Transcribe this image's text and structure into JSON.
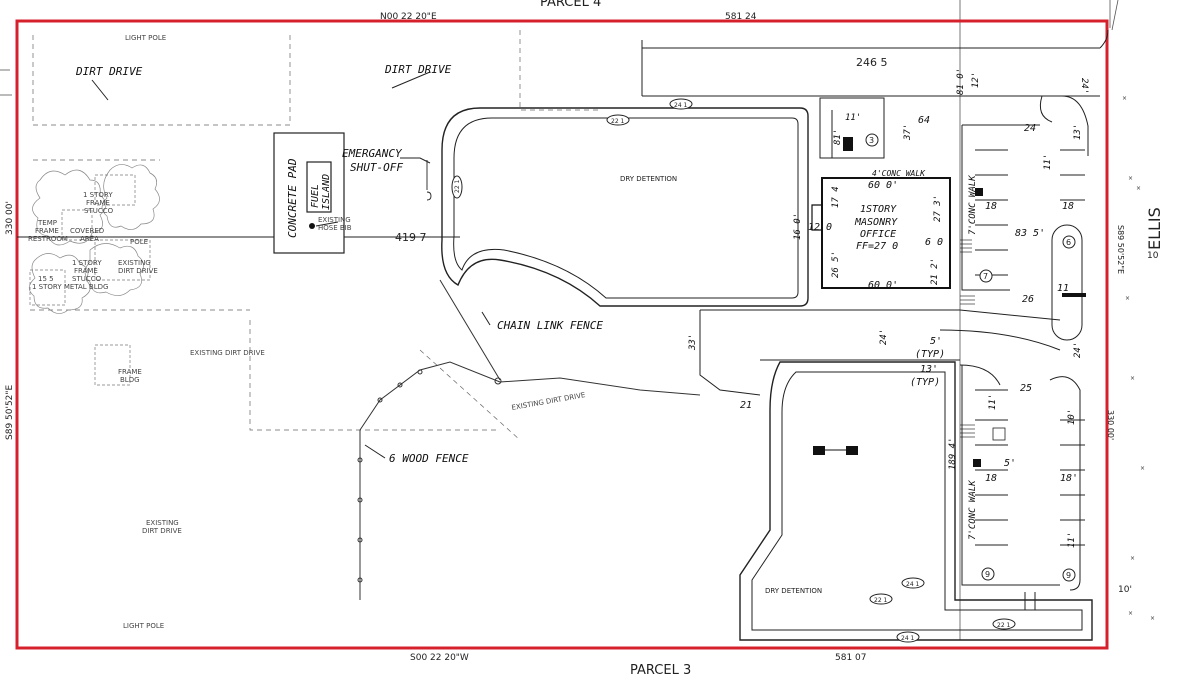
{
  "boundary": {
    "color": "#d6202c"
  },
  "top": {
    "parcel_partial": "PARCEL 4",
    "bearing": "N00 22 20\"E",
    "distance": "581 24"
  },
  "bottom": {
    "parcel": "PARCEL 3",
    "bearing": "S00 22 20\"W",
    "distance": "581 07"
  },
  "left": {
    "distance": "330 00'",
    "bearing": "S89 50'52\"E"
  },
  "right": {
    "street": "ELLIS",
    "bearing": "S89 50'52\"E",
    "distance": "330 00'",
    "num_10a": "10'",
    "num_10b": "10"
  },
  "labels": {
    "dirt_drive_left": "DIRT DRIVE",
    "dirt_drive_top": "DIRT DRIVE",
    "light_pole_top": "LIGHT POLE",
    "light_pole_bottom": "LIGHT POLE",
    "concrete_pad": "CONCRETE PAD",
    "fuel_island_1": "FUEL",
    "fuel_island_2": "ISLAND",
    "emergency_1": "EMERGANCY",
    "emergency_2": "SHUT-OFF",
    "hose_bib_1": "EXISTING",
    "hose_bib_2": "HOSE BIB",
    "dim_419": "419 7",
    "dim_2465": "246 5",
    "dry_detention_top": "DRY DETENTION",
    "dry_detention_bottom": "DRY DETENTION",
    "chain_link": "CHAIN LINK FENCE",
    "wood_fence": "6 WOOD FENCE",
    "existing_dirt_drive_center": "EXISTING DIRT DRIVE",
    "existing_dirt_drive_bottom_1": "EXISTING",
    "existing_dirt_drive_bottom_2": "DIRT DRIVE",
    "existing_dirt_drive_road": "EXISTING DIRT DRIVE",
    "office_1": "1STORY",
    "office_2": "MASONRY",
    "office_3": "OFFICE",
    "office_ff": "FF=27 0",
    "conc_walk_4": "4'CONC WALK",
    "conc_walk_7a": "7'CONC WALK",
    "conc_walk_7b": "7'CONC WALK",
    "typ_5": "5'",
    "typ_5b": "(TYP)",
    "typ_13": "13'",
    "typ_13b": "(TYP)",
    "d_600_top": "60 0'",
    "d_600_bottom": "60 0'",
    "d_174": "17 4",
    "d_273": "27 3'",
    "d_120": "12 0",
    "d_60": "6 0",
    "d_265": "26 5'",
    "d_212": "21 2'",
    "d_160": "16 0'",
    "d_64": "64",
    "d_37": "37'",
    "d_81": "81'",
    "d_11_top": "11'",
    "d_810": "81 0'",
    "d_12": "12'",
    "d_24_top": "24'",
    "d_24_right": "24",
    "d_13": "13'",
    "d_11_right": "11'",
    "d_18_a": "18",
    "d_18_b": "18",
    "d_835": "83 5'",
    "d_26": "26",
    "d_11_bar": "11",
    "d_33": "33'",
    "d_24_mid": "24'",
    "d_24_mid_right": "24'",
    "d_21": "21",
    "d_25": "25",
    "d_1894": "189 4'",
    "d_11_lower": "11'",
    "d_10_lower": "10'",
    "d_18_lower_a": "18",
    "d_18_lower_b": "18'",
    "d_5_lower": "5'",
    "d_11_bottom": "11'",
    "dim_241_top": "24 1",
    "dim_221_top": "22 1",
    "dim_221_vert": "22 1",
    "dim_241_b1": "24 1",
    "dim_221_b1": "22 1",
    "dim_221_b2": "22 1",
    "dim_241_b2": "24 1",
    "pole": "POLE",
    "stalls_3": "3",
    "stalls_6": "6",
    "stalls_7": "7",
    "stalls_9a": "9",
    "stalls_9b": "9",
    "existing_building_1": "1 STORY",
    "existing_building_2": "FRAME",
    "existing_building_3": "STUCCO",
    "existing_left_1": "TEMP",
    "existing_left_2": "FRAME",
    "existing_left_3": "RESTROOM",
    "existing_left_4": "COVERED",
    "existing_left_5": "AREA",
    "existing_left_6": "EXISTING",
    "existing_left_7": "DIRT DRIVE",
    "existing_left_8": "1 STORY",
    "existing_left_9": "FRAME",
    "existing_left_10": "STUCCO",
    "existing_left_11": "15 5",
    "existing_left_12": "1 STORY METAL BLDG",
    "existing_left_13": "FRAME",
    "existing_left_14": "BLDG"
  }
}
